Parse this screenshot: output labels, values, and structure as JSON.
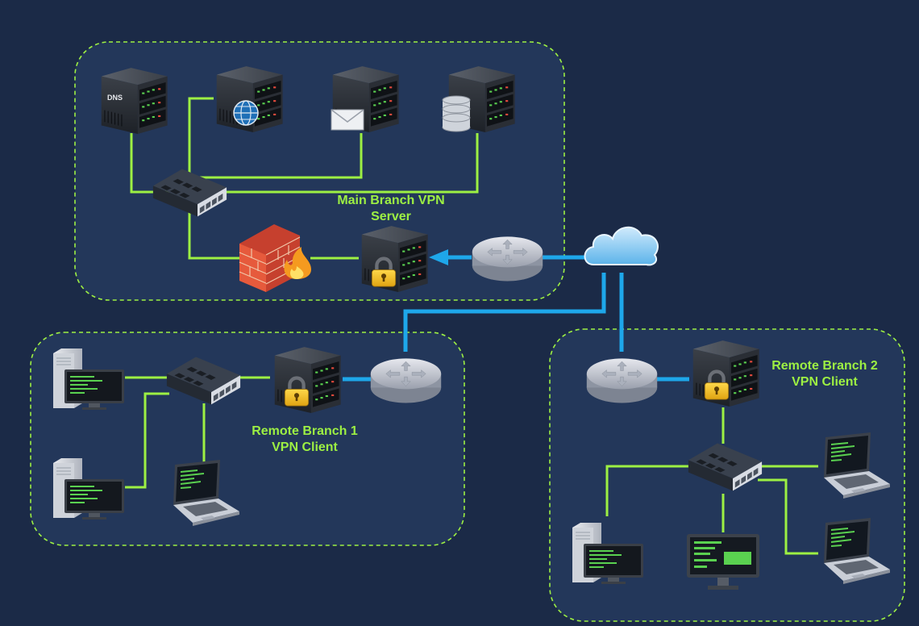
{
  "labels": {
    "main": {
      "line1": "Main Branch VPN",
      "line2": "Server"
    },
    "remote1": {
      "line1": "Remote Branch 1",
      "line2": "VPN Client"
    },
    "remote2": {
      "line1": "Remote Branch 2",
      "line2": "VPN Client"
    }
  },
  "server_badges": {
    "dns": "DNS"
  },
  "colors": {
    "background": "#1b2a47",
    "zone_fill": "#23375a",
    "zone_border": "#9df043",
    "lan_link": "#9df043",
    "wan_link": "#1ea7ea",
    "label": "#9df043"
  },
  "icons": [
    "dns-server-icon",
    "web-server-icon",
    "mail-server-icon",
    "database-server-icon",
    "switch-icon",
    "firewall-icon",
    "vpn-server-icon",
    "router-icon",
    "cloud-icon",
    "desktop-icon",
    "laptop-icon",
    "monitor-icon"
  ]
}
